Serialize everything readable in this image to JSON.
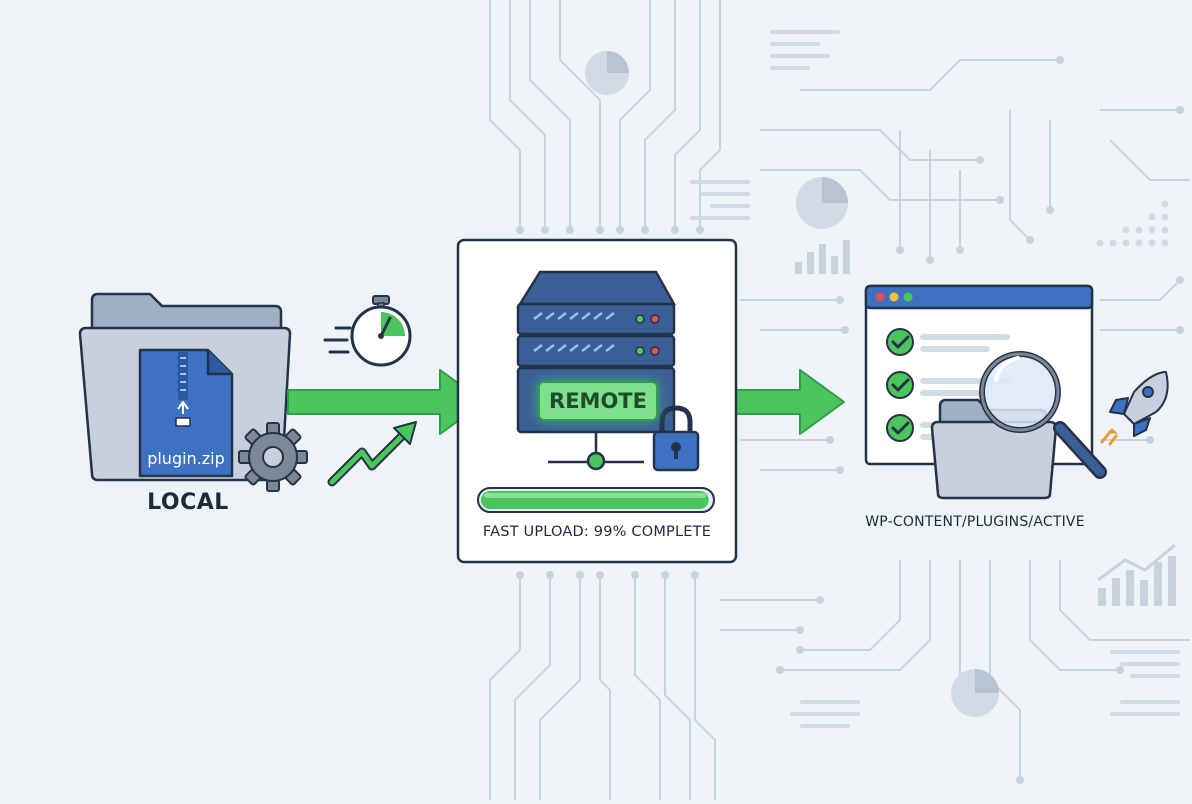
{
  "local": {
    "label": "LOCAL",
    "file_name": "plugin.zip"
  },
  "remote": {
    "label": "REMOTE"
  },
  "upload": {
    "status_text": "FAST UPLOAD: 99% COMPLETE",
    "progress": 0.99
  },
  "destination": {
    "path": "WP-CONTENT/PLUGINS/ACTIVE",
    "checklist_items": 3
  },
  "colors": {
    "background": "#eef3f8",
    "circuit": "#c9d3de",
    "folder": "#c7d0dc",
    "zip_blue": "#3d72c2",
    "arrow_green": "#4cc55c",
    "server_blue": "#3a5f96",
    "window_bar": "#3d72c2",
    "outline": "#24334a"
  },
  "icons": [
    "folder-icon",
    "zip-file-icon",
    "gear-icon",
    "stopwatch-icon",
    "trend-arrow-icon",
    "server-icon",
    "lock-icon",
    "browser-window-icon",
    "check-icon",
    "magnifier-icon",
    "rocket-icon",
    "pie-chart-icon",
    "bar-chart-icon"
  ]
}
